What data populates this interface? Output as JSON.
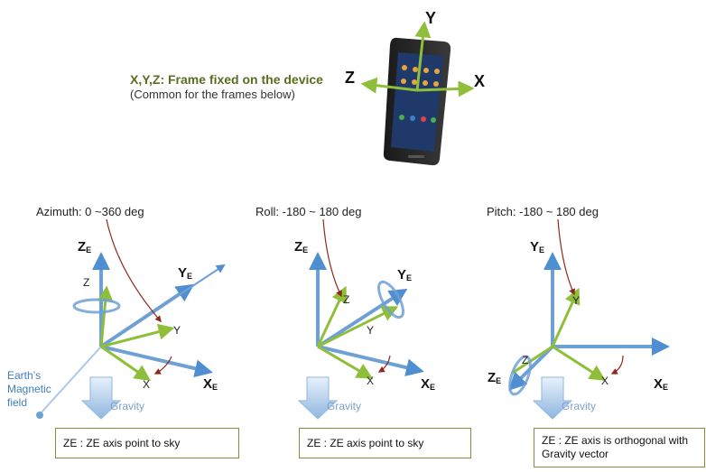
{
  "top": {
    "title": "X,Y,Z: Frame fixed on the device",
    "subtitle": "(Common  for the frames below)",
    "axis_x": "X",
    "axis_y": "Y",
    "axis_z": "Z"
  },
  "panels": [
    {
      "angle_label": "Azimuth: 0 ~360 deg",
      "ze": "Z",
      "ye": "Y",
      "xe": "X",
      "e_sub": "E",
      "z": "Z",
      "y": "Y",
      "x": "X",
      "gravity": "Gravity",
      "note": "ZE : ZE axis point to sky",
      "magnetic": [
        "Earth’s",
        "Magnetic",
        "field"
      ]
    },
    {
      "angle_label": "Roll: -180 ~ 180 deg",
      "ze": "Z",
      "ye": "Y",
      "xe": "X",
      "e_sub": "E",
      "z": "Z",
      "y": "Y",
      "x": "X",
      "gravity": "Gravity",
      "note": "ZE : ZE axis point to sky"
    },
    {
      "angle_label": "Pitch: -180 ~ 180 deg",
      "ze": "Z",
      "ye": "Y",
      "xe": "X",
      "e_sub": "E",
      "z": "Z",
      "y": "Y",
      "x": "X",
      "gravity": "Gravity",
      "note_line1": "ZE : ZE axis is orthogonal with",
      "note_line2": "Gravity vector"
    }
  ]
}
